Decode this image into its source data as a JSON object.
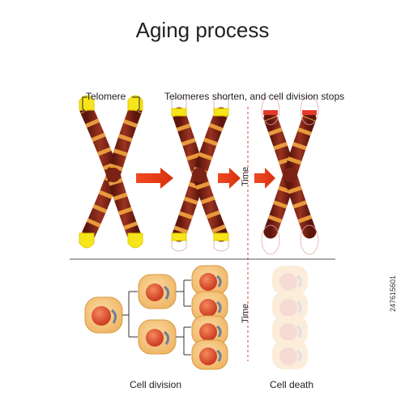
{
  "title": "Aging process",
  "telomere_label": "Telomere",
  "shorten_label": "Telomeres shorten, and cell division stops",
  "time_label_top": "Time",
  "time_label_bottom": "Time",
  "cell_division_label": "Cell division",
  "cell_death_label": "Cell death",
  "stock_id": "247615601",
  "colors": {
    "chromatid": "#8b2a1c",
    "band": "#e89a3c",
    "telomere": "#f5e51a",
    "arrow": "#e8401c",
    "cell": "#f4c27a",
    "nucleus": "#d9482c",
    "divider": "#e04040"
  },
  "chromosomes": [
    {
      "stage": "long telomeres"
    },
    {
      "stage": "shortened telomeres"
    },
    {
      "stage": "no telomeres"
    }
  ]
}
